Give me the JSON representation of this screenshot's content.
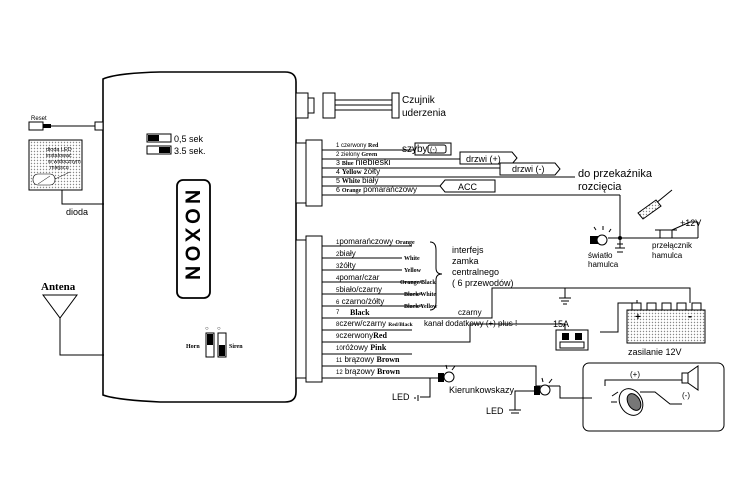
{
  "module": {
    "logo": "NOXON"
  },
  "reset_label": "Reset",
  "led_note": [
    "dioda LED",
    "instalować",
    "w widocznym",
    "miejscu"
  ],
  "dioda_label": "dioda",
  "antenna_label": "Antena",
  "dip": {
    "sek1": "0,5 sek",
    "sek2": "3.5 sek."
  },
  "sensor": {
    "line1": "Czujnik",
    "line2": "uderzenia"
  },
  "horn_siren": {
    "horn": "Horn",
    "siren": "Siren"
  },
  "top_wires": [
    {
      "num": "1",
      "pl": "czerwony",
      "en": "Red"
    },
    {
      "num": "2",
      "pl": "zielony",
      "en": "Green"
    },
    {
      "num": "3",
      "pl": "niebieski",
      "en": "Blue"
    },
    {
      "num": "4",
      "pl": "żółty",
      "en": "Yellow"
    },
    {
      "num": "5",
      "pl": "biały",
      "en": "White"
    },
    {
      "num": "6",
      "pl": "pomarańczowy",
      "en": "Orange"
    }
  ],
  "top_targets": {
    "szyby": "szyby",
    "szyby_sign": "(-)",
    "drzwi_plus": "drzwi (+)",
    "drzwi_minus": "drzwi (-)",
    "relay1": "do przekaźnika",
    "relay2": "rozcięcia",
    "acc": "ACC"
  },
  "bottom_wires": [
    {
      "num": "1",
      "pl": "pomarańczowy",
      "en": "Orange"
    },
    {
      "num": "2",
      "pl": "biały",
      "en": "White"
    },
    {
      "num": "3",
      "pl": "żółty",
      "en": "Yellow"
    },
    {
      "num": "4",
      "pl": "pomar/czar",
      "en": "Orange/Black"
    },
    {
      "num": "5",
      "pl": "biało/czarny",
      "en": "Black/White"
    },
    {
      "num": "6",
      "pl": "czarno/żółty",
      "en": "Black/Yellow"
    },
    {
      "num": "7",
      "pl": "czarny",
      "en": "Black"
    },
    {
      "num": "8",
      "pl": "czerw/czarny",
      "en": "Red/Black"
    },
    {
      "num": "9",
      "pl": "czerwony",
      "en": "Red"
    },
    {
      "num": "10",
      "pl": "różowy",
      "en": "Pink"
    },
    {
      "num": "11",
      "pl": "brązowy",
      "en": "Brown"
    },
    {
      "num": "12",
      "pl": "brązowy",
      "en": "Brown"
    }
  ],
  "interface": [
    "interfejs",
    "zamka",
    "centralnego",
    "( 6 przewodów)"
  ],
  "extra_channel": "kanał dodatkowy (+) plus !",
  "brake_light": [
    "światło",
    "hamulca"
  ],
  "brake_switch": [
    "przełącznik",
    "hamulca"
  ],
  "plus12": "+12V",
  "battery_plus": "+",
  "battery_minus": "-",
  "fuse": "15A",
  "supply": "zasilanie 12V",
  "siren_plus": "(+)",
  "siren_minus": "(-)",
  "indicators": "Kierunkowskazy",
  "led1": "LED",
  "led2": "LED"
}
